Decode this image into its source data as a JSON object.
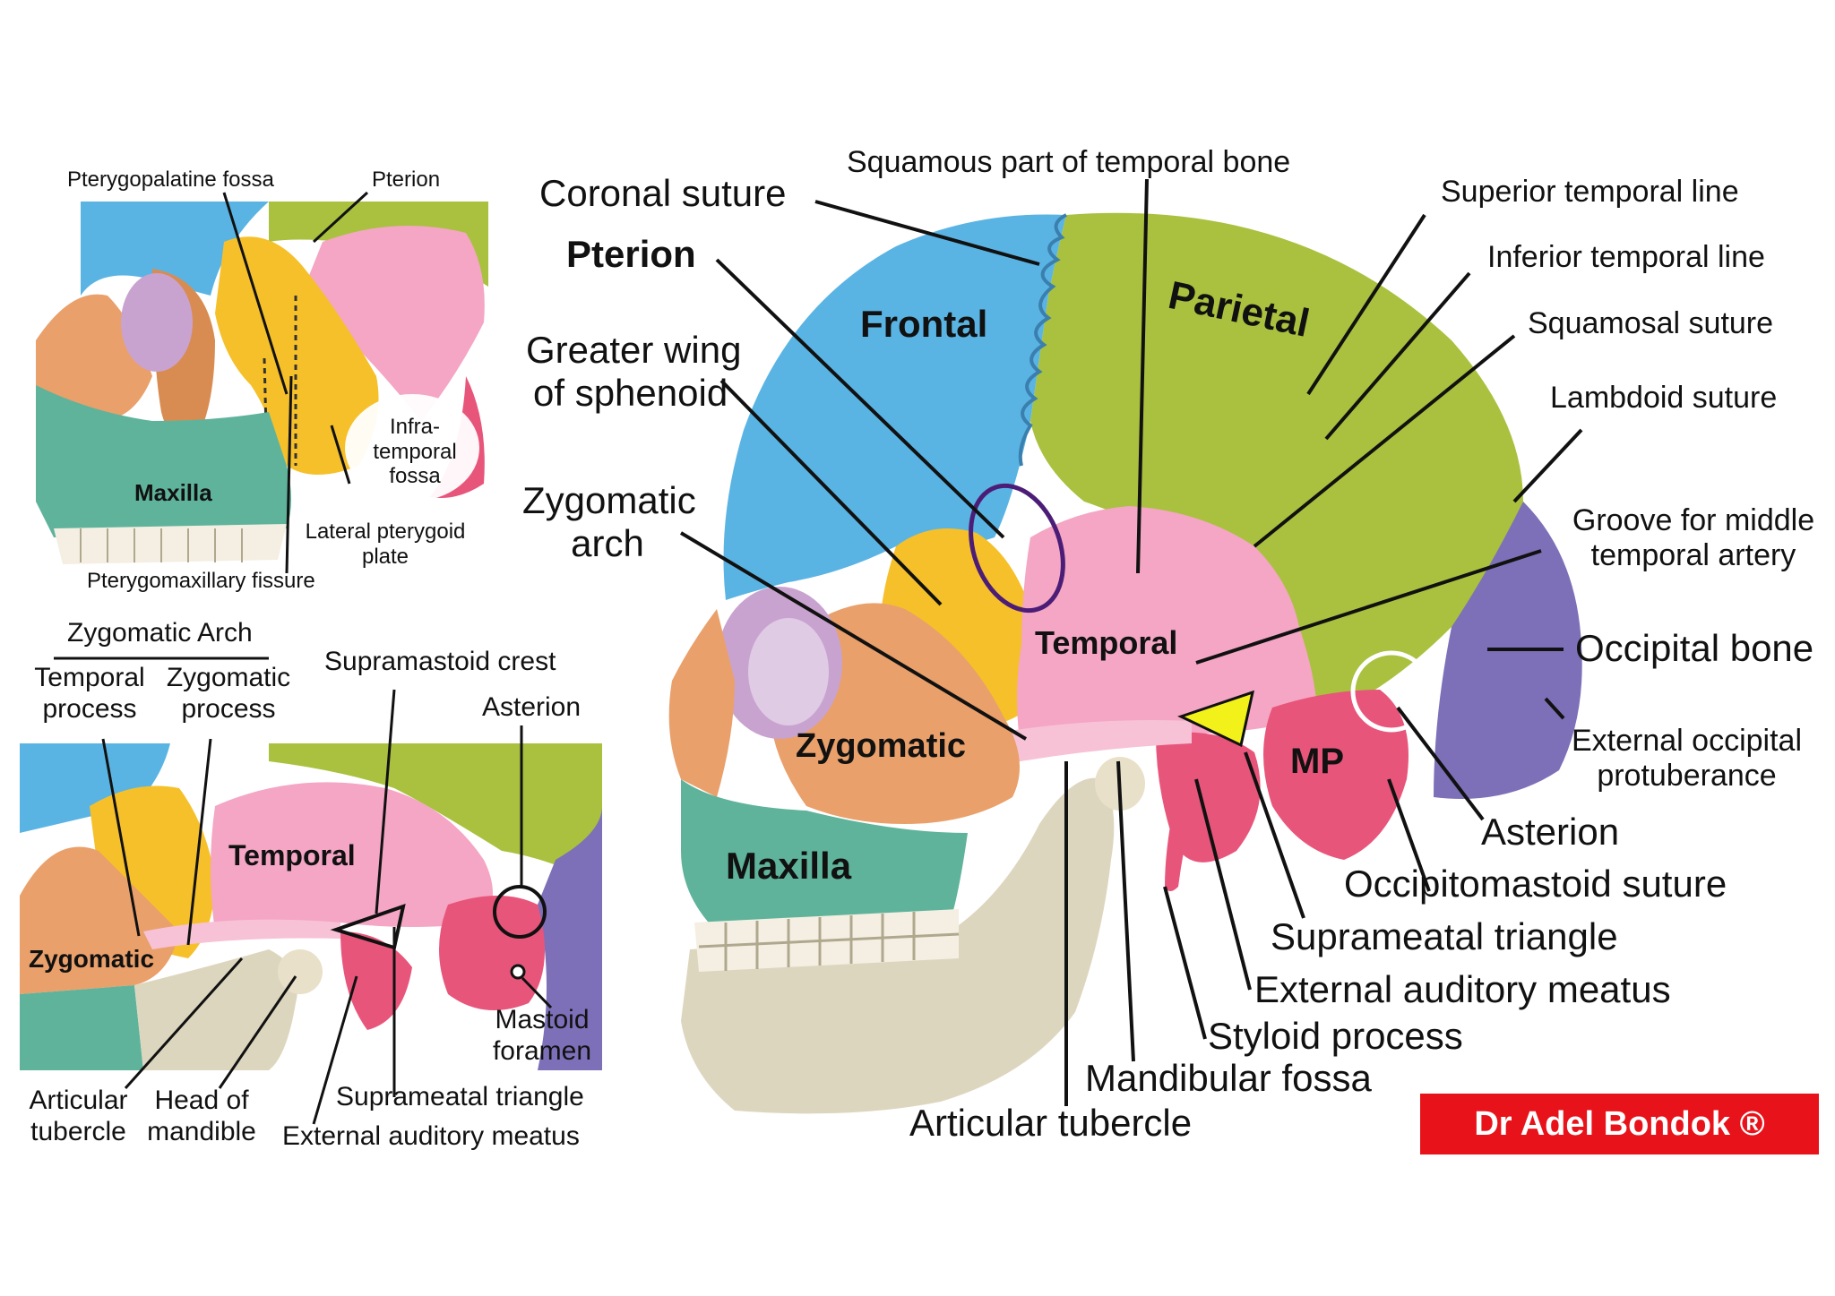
{
  "credit": "Dr Adel Bondok ®",
  "main_labels": {
    "coronal_suture": "Coronal suture",
    "squamous_part": "Squamous part of temporal bone",
    "superior_temporal_line": "Superior temporal line",
    "pterion": "Pterion",
    "inferior_temporal_line": "Inferior temporal line",
    "greater_wing_1": "Greater wing",
    "greater_wing_2": "of sphenoid",
    "squamosal_suture": "Squamosal suture",
    "lambdoid_suture": "Lambdoid suture",
    "zygomatic_arch_1": "Zygomatic",
    "zygomatic_arch_2": "arch",
    "groove_1": "Groove for middle",
    "groove_2": "temporal artery",
    "occipital_bone": "Occipital bone",
    "ext_occ_1": "External occipital",
    "ext_occ_2": "protuberance",
    "asterion": "Asterion",
    "occipitomastoid": "Occipitomastoid suture",
    "suprameatal": "Suprameatal triangle",
    "ext_auditory": "External auditory meatus",
    "styloid": "Styloid process",
    "mandibular_fossa": "Mandibular fossa",
    "articular_tubercle": "Articular tubercle"
  },
  "main_bones": {
    "frontal": "Frontal",
    "parietal": "Parietal",
    "temporal": "Temporal",
    "zygomatic": "Zygomatic",
    "maxilla": "Maxilla",
    "mp": "MP"
  },
  "top_left": {
    "pterygopalatine_fossa": "Pterygopalatine fossa",
    "pterion": "Pterion",
    "infra_1": "Infra-",
    "infra_2": "temporal",
    "infra_3": "fossa",
    "maxilla": "Maxilla",
    "lateral_pterygoid_1": "Lateral pterygoid",
    "lateral_pterygoid_2": "plate",
    "pterygomaxillary": "Pterygomaxillary fissure"
  },
  "bottom_left": {
    "heading": "Zygomatic Arch",
    "temporal_process_1": "Temporal",
    "temporal_process_2": "process",
    "zygomatic_process_1": "Zygomatic",
    "zygomatic_process_2": "process",
    "supramastoid": "Supramastoid crest",
    "asterion": "Asterion",
    "temporal": "Temporal",
    "zygomatic": "Zygomatic",
    "mastoid_1": "Mastoid",
    "mastoid_2": "foramen",
    "articular_1": "Articular",
    "articular_2": "tubercle",
    "head_1": "Head of",
    "head_2": "mandible",
    "suprameatal": "Suprameatal triangle",
    "ext_auditory": "External auditory meatus"
  },
  "colors": {
    "frontal": "#5ab4e3",
    "parietal": "#a9c13f",
    "temporal": "#f4a6c4",
    "mastoid": "#e8557a",
    "sphenoid": "#f6c02a",
    "zygomatic": "#e9a06b",
    "maxilla": "#5fb39b",
    "occipital": "#7d70b8",
    "mandible": "#ddd6bf",
    "teeth": "#f4efe2",
    "credit_bg": "#e8121a"
  }
}
